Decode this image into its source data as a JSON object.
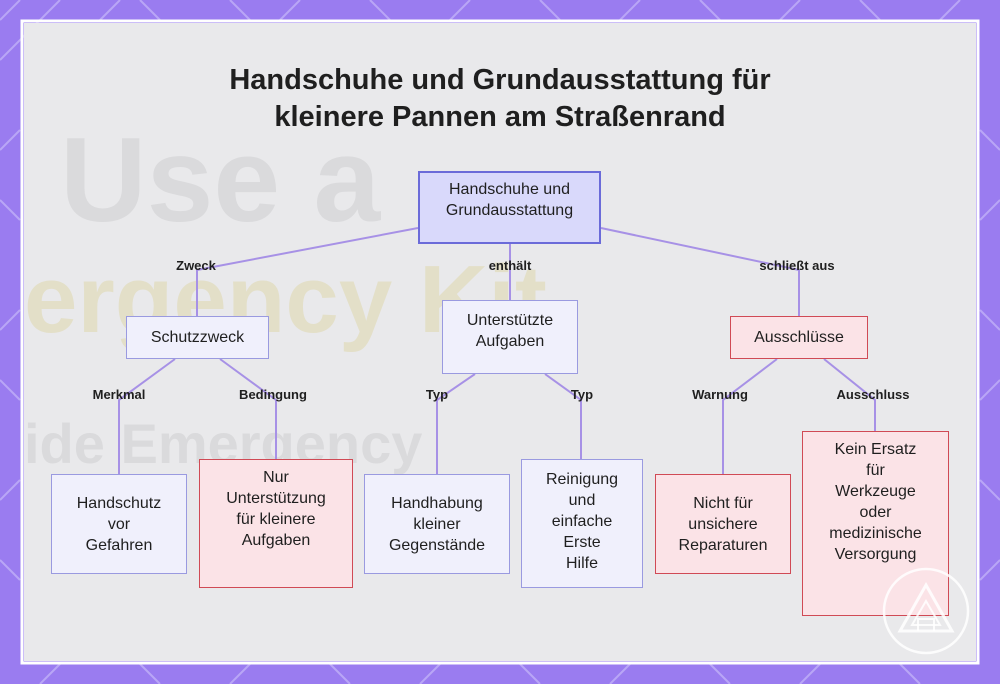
{
  "title": {
    "line1": "Handschuhe und Grundausstattung für",
    "line2": "kleinere Pannen am Straßenrand"
  },
  "background_text": {
    "line1": "Use a",
    "line2": "ergency Kit",
    "line3": "ide Emergency"
  },
  "nodes": {
    "root": "Handschuhe und\nGrundausstattung",
    "schutzzweck": "Schutzzweck",
    "aufgaben": "Unterstützte\nAufgaben",
    "ausschluesse": "Ausschlüsse",
    "handschutz": "Handschutz\nvor\nGefahren",
    "nur_unterstuetzung": "Nur\nUnterstützung\nfür kleinere\nAufgaben",
    "handhabung": "Handhabung\nkleiner\nGegenstände",
    "reinigung": "Reinigung\nund\neinfache\nErste\nHilfe",
    "nicht_fuer": "Nicht für\nunsichere\nReparaturen",
    "kein_ersatz": "Kein Ersatz\nfür\nWerkzeuge\noder\nmedizinische\nVersorgung"
  },
  "edges": {
    "zweck": "Zweck",
    "enthaelt": "enthält",
    "schliesst_aus": "schließt aus",
    "merkmal": "Merkmal",
    "bedingung": "Bedingung",
    "typ1": "Typ",
    "typ2": "Typ",
    "warnung": "Warnung",
    "ausschluss": "Ausschluss"
  },
  "colors": {
    "frame": "#9a7cf0",
    "panel": "#e9e9eb",
    "connector": "#a791e6",
    "root_fill": "#d9d9fb",
    "root_border": "#6b6bd9",
    "blue_fill": "#f0f0fc",
    "blue_border": "#9a9ae0",
    "red_fill": "#fbe3e7",
    "red_border": "#d04a55"
  },
  "icons": {
    "logo": "triangle-logo-icon"
  }
}
